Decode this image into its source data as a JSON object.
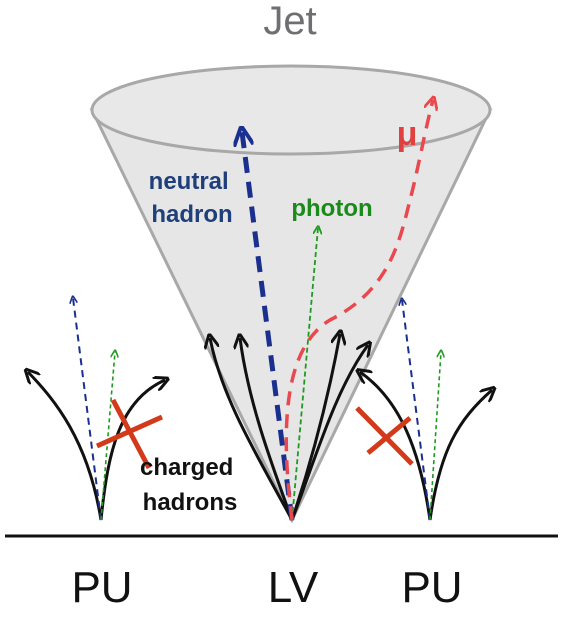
{
  "title": "Jet",
  "labels": {
    "neutral_hadron": [
      "neutral",
      "hadron"
    ],
    "photon": "photon",
    "muon": "μ",
    "charged_hadrons": [
      "charged",
      "hadrons"
    ]
  },
  "vertices": {
    "left": "PU",
    "center": "LV",
    "right": "PU"
  },
  "colors": {
    "cone_fill": "#e6e6e6",
    "cone_stroke": "#a8a8a8",
    "neutral_hadron": "#1b2f8f",
    "photon": "#1f9a1f",
    "muon": "#e8484e",
    "charged_hadron": "#111111",
    "veto_cross": "#d23a1a"
  }
}
